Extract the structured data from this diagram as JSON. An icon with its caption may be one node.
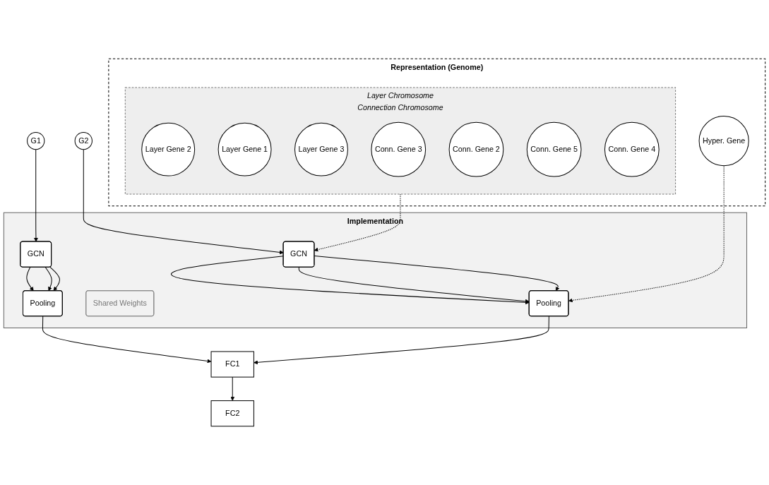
{
  "diagram": {
    "nodes": [
      {
        "text": [
          "Implementation"
        ]
      },
      {
        "text": [
          "G1"
        ]
      },
      {
        "text": [
          "G2"
        ]
      },
      {
        "text": [
          "GCN"
        ],
        "in": 0
      },
      {
        "text": [
          "GCN"
        ],
        "in": 0
      },
      {
        "text": [
          "Pooling"
        ],
        "in": 0
      },
      {
        "text": [
          "Shared Weights"
        ],
        "in": 0
      },
      {
        "text": [
          "Pooling"
        ],
        "in": 0
      },
      {
        "text": [
          "FC1"
        ]
      },
      {
        "text": [
          "FC2"
        ]
      },
      {
        "text": [
          "Representation (Genome)"
        ]
      },
      {
        "text": [
          "Layer Chromosome",
          "Connection Chromosome"
        ],
        "in": 10
      },
      {
        "text": [
          "Layer Gene 2"
        ],
        "in": 11
      },
      {
        "text": [
          "Layer Gene 1"
        ],
        "in": 11
      },
      {
        "text": [
          "Layer Gene 3"
        ],
        "in": 11
      },
      {
        "text": [
          "Conn. Gene 3"
        ],
        "in": 11
      },
      {
        "text": [
          "Conn. Gene 2"
        ],
        "in": 11
      },
      {
        "text": [
          "Conn. Gene 5"
        ],
        "in": 11
      },
      {
        "text": [
          "Conn. Gene 4"
        ],
        "in": 11
      },
      {
        "text": [
          "Hyper. Gene"
        ],
        "in": 10
      }
    ],
    "edges": [
      {
        "from": 1,
        "to": 3,
        "arrow": "to"
      },
      {
        "from": 2,
        "to": 4,
        "arrow": "to"
      },
      {
        "from": 3,
        "to": 5,
        "arrow": "to"
      },
      {
        "from": 3,
        "to": 5,
        "arrow": "to"
      },
      {
        "from": 3,
        "to": 5,
        "arrow": "to"
      },
      {
        "from": 4,
        "to": 7,
        "arrow": "to"
      },
      {
        "from": 4,
        "to": 7,
        "arrow": "to"
      },
      {
        "from": 4,
        "to": 7,
        "arrow": "to"
      },
      {
        "from": 5,
        "to": 8,
        "arrow": "to"
      },
      {
        "from": 7,
        "to": 8,
        "arrow": "to"
      },
      {
        "from": 8,
        "to": 9,
        "arrow": "to"
      },
      {
        "from": 11,
        "to": 4,
        "arrow": "to",
        "style": "dashed"
      },
      {
        "from": 19,
        "to": 7,
        "arrow": "to",
        "style": "dashed"
      }
    ]
  }
}
